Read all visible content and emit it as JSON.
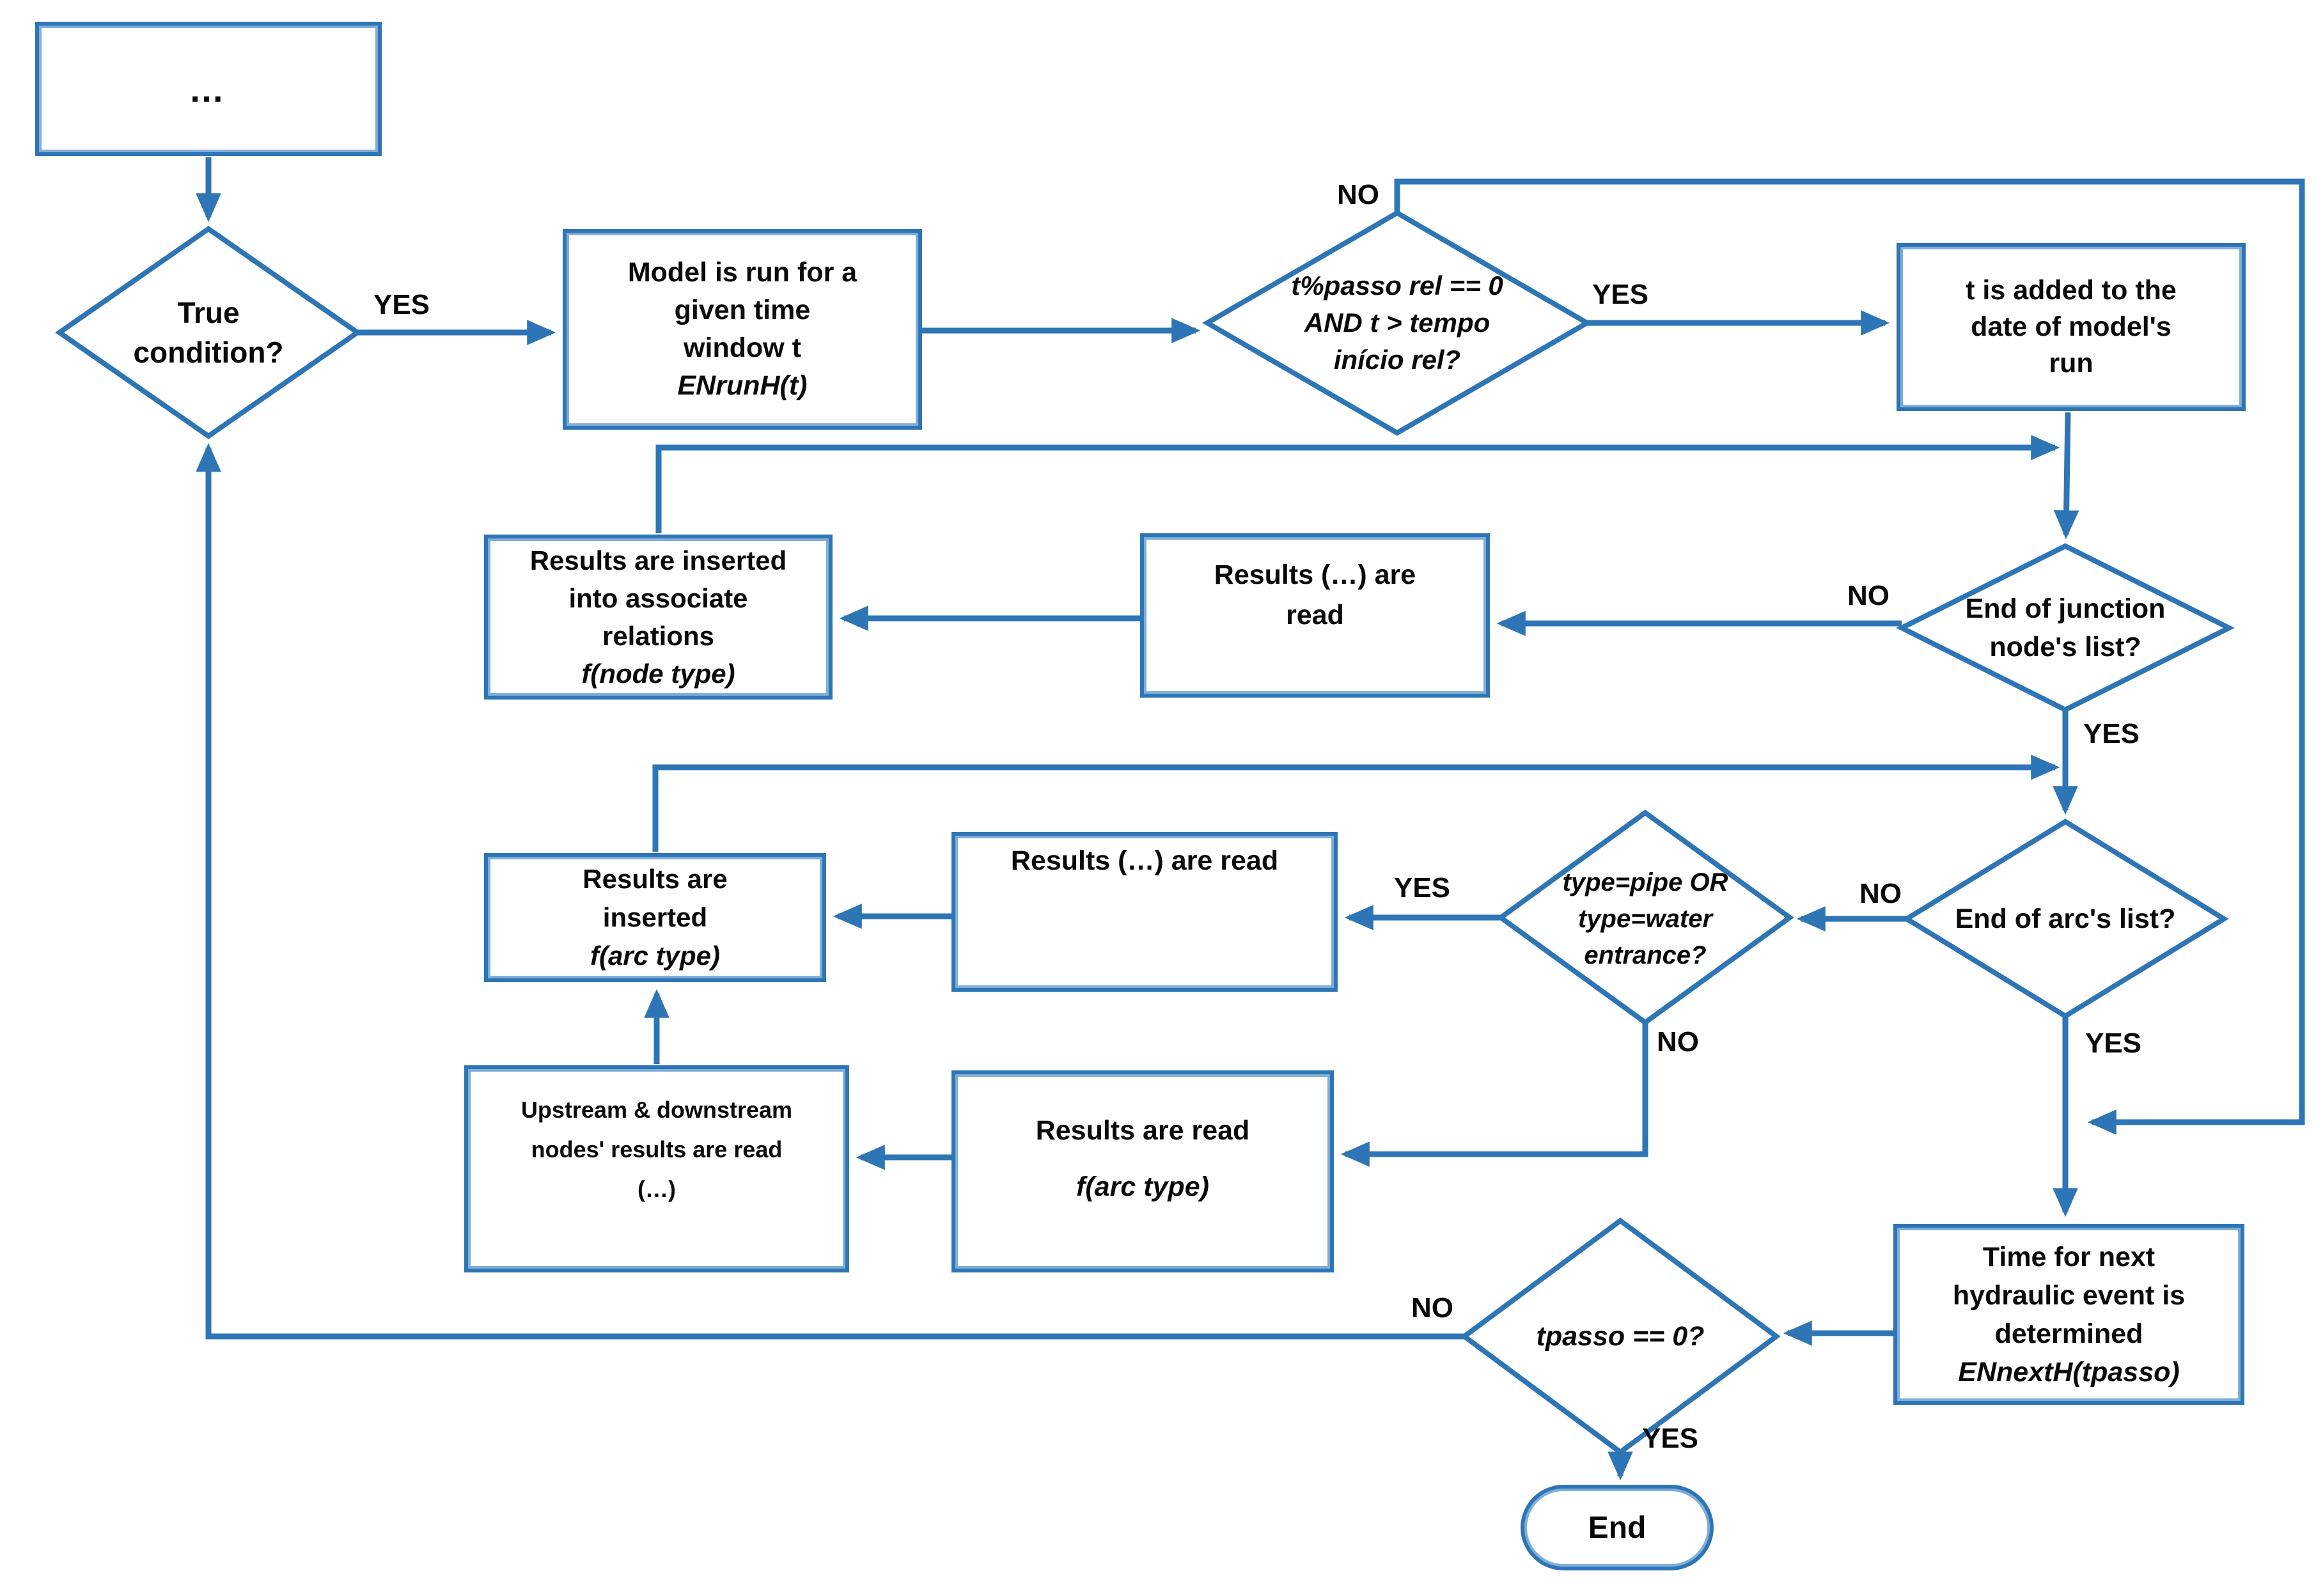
{
  "diagram": {
    "accent_color": "#2E75B6",
    "text_color": "#000000",
    "nodes": {
      "start_ellipsis": {
        "lines": [
          "…"
        ]
      },
      "true_condition": {
        "lines": [
          "True",
          "condition?"
        ]
      },
      "model_run": {
        "lines": [
          "Model is run for a",
          "given time",
          "window t",
          "ENrunH(t)"
        ]
      },
      "report_check": {
        "lines": [
          "t%passo rel == 0",
          "AND t > tempo",
          "início rel?"
        ]
      },
      "time_added": {
        "lines": [
          "t is added to the",
          "date of model's",
          "run"
        ]
      },
      "junction_end": {
        "lines": [
          "End of junction",
          "node's list?"
        ]
      },
      "results_read_junction": {
        "lines": [
          "Results (…) are",
          "read"
        ]
      },
      "results_inserted_relations": {
        "lines": [
          "Results are inserted",
          "into associate",
          "relations",
          "f(node type)"
        ]
      },
      "arc_end": {
        "lines": [
          "End of arc's list?"
        ]
      },
      "type_check": {
        "lines": [
          "type=pipe OR",
          "type=water",
          "entrance?"
        ]
      },
      "results_read_arc": {
        "lines": [
          "Results (…) are read"
        ]
      },
      "results_inserted_arc": {
        "lines": [
          "Results are",
          "inserted",
          "f(arc type)"
        ]
      },
      "upstream_read": {
        "lines": [
          "Upstream & downstream",
          "nodes' results are read",
          "(…)"
        ]
      },
      "results_read_ftype": {
        "lines": [
          "Results are read",
          "f(arc type)"
        ]
      },
      "next_event": {
        "lines": [
          "Time for next",
          "hydraulic event is",
          "determined",
          "ENnextH(tpasso)"
        ]
      },
      "tpasso_zero": {
        "lines": [
          "tpasso == 0?"
        ]
      },
      "end_node": {
        "lines": [
          "End"
        ]
      }
    },
    "edge_labels": {
      "true_yes": "YES",
      "report_no": "NO",
      "report_yes": "YES",
      "junction_no": "NO",
      "junction_yes": "YES",
      "arc_no": "NO",
      "arc_yes": "YES",
      "type_yes": "YES",
      "type_no": "NO",
      "tpasso_no": "NO",
      "tpasso_yes": "YES"
    }
  }
}
